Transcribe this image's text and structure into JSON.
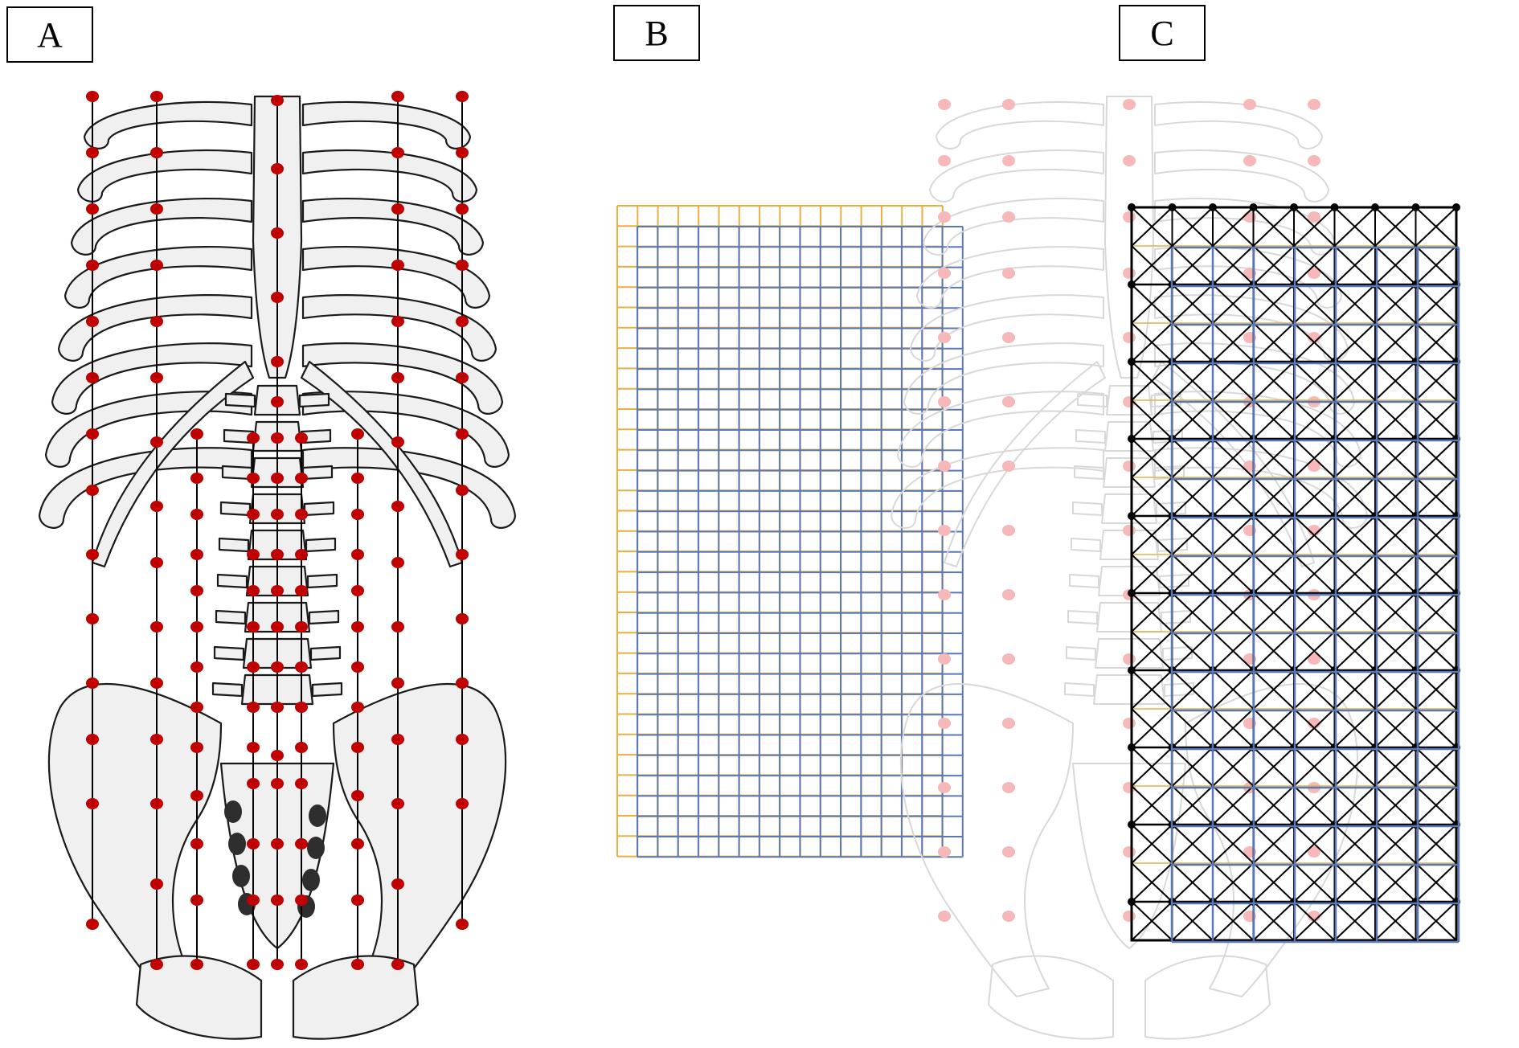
{
  "panels": {
    "a": {
      "label": "A"
    },
    "b": {
      "label": "B"
    },
    "c": {
      "label": "C"
    }
  },
  "colors": {
    "marker": "#c00000",
    "bone_fill": "#f0f0f0",
    "bone_stroke": "#1a1a1a",
    "grid_orange": "#e8b040",
    "grid_blue": "#5a78b8",
    "mesh": "#000000",
    "faded_bone": "#d8d8d8",
    "faded_marker": "#f6b8b8",
    "sacral_foramen": "#2e2e2e"
  }
}
